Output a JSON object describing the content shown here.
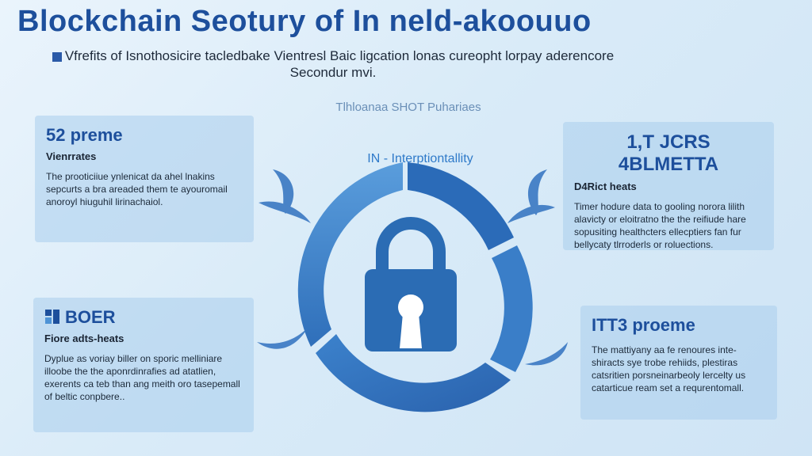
{
  "title": "Blockchain Seotury of In neld-akoouuo",
  "subtitle": "Vfrefits of Isnothosicire tacledbake Vientresl Baic ligcation lonas cureopht lorpay aderencore Secondur mvi.",
  "center": {
    "caption": "Tlhloanaa SHOT Puhariaes",
    "label": "IN - Interptiontallity"
  },
  "cards": {
    "top_left": {
      "heading": "52 preme",
      "sub": "Vienrrates",
      "body": "The prooticiiue ynlenicat da ahel lnakins sepcurts a bra areaded them te ayouromail anoroyl hiuguhil lirinachaiol."
    },
    "top_right": {
      "heading": "1,T JCRS 4BLMETTA",
      "sub": "D4Rict heats",
      "body": "Timer hodure data to gooling norora lilith alavicty or eloitratno the the reifiude hare sopusiting healthcters ellecptiers fan fur bellycaty tlrroderls or roluections."
    },
    "bottom_left": {
      "heading": "BOER",
      "sub": "Fiore adts-heats",
      "body": "Dyplue as voriay biller on sporic melliniare illoobe the the aponrdinrafies ad atatlien, exerents ca teb than ang meith oro tasepemall of beltic conpbere.."
    },
    "bottom_right": {
      "heading": "ITT3 proeme",
      "body": "The mattiyany aa fe renoures inte-shiracts sye trobe rehiids, plestiras catsritien porsneinarbeoly lercelty us catarticue ream set a requrentomall."
    }
  },
  "colors": {
    "title": "#1d4f9c",
    "ring_dark": "#2a6ab8",
    "ring_light": "#4e93d6",
    "lock": "#2b6cb4",
    "card_bg": "#aaceec"
  },
  "icons": {
    "center": "padlock-icon",
    "swooshes": "swoosh-arrow-icon"
  }
}
